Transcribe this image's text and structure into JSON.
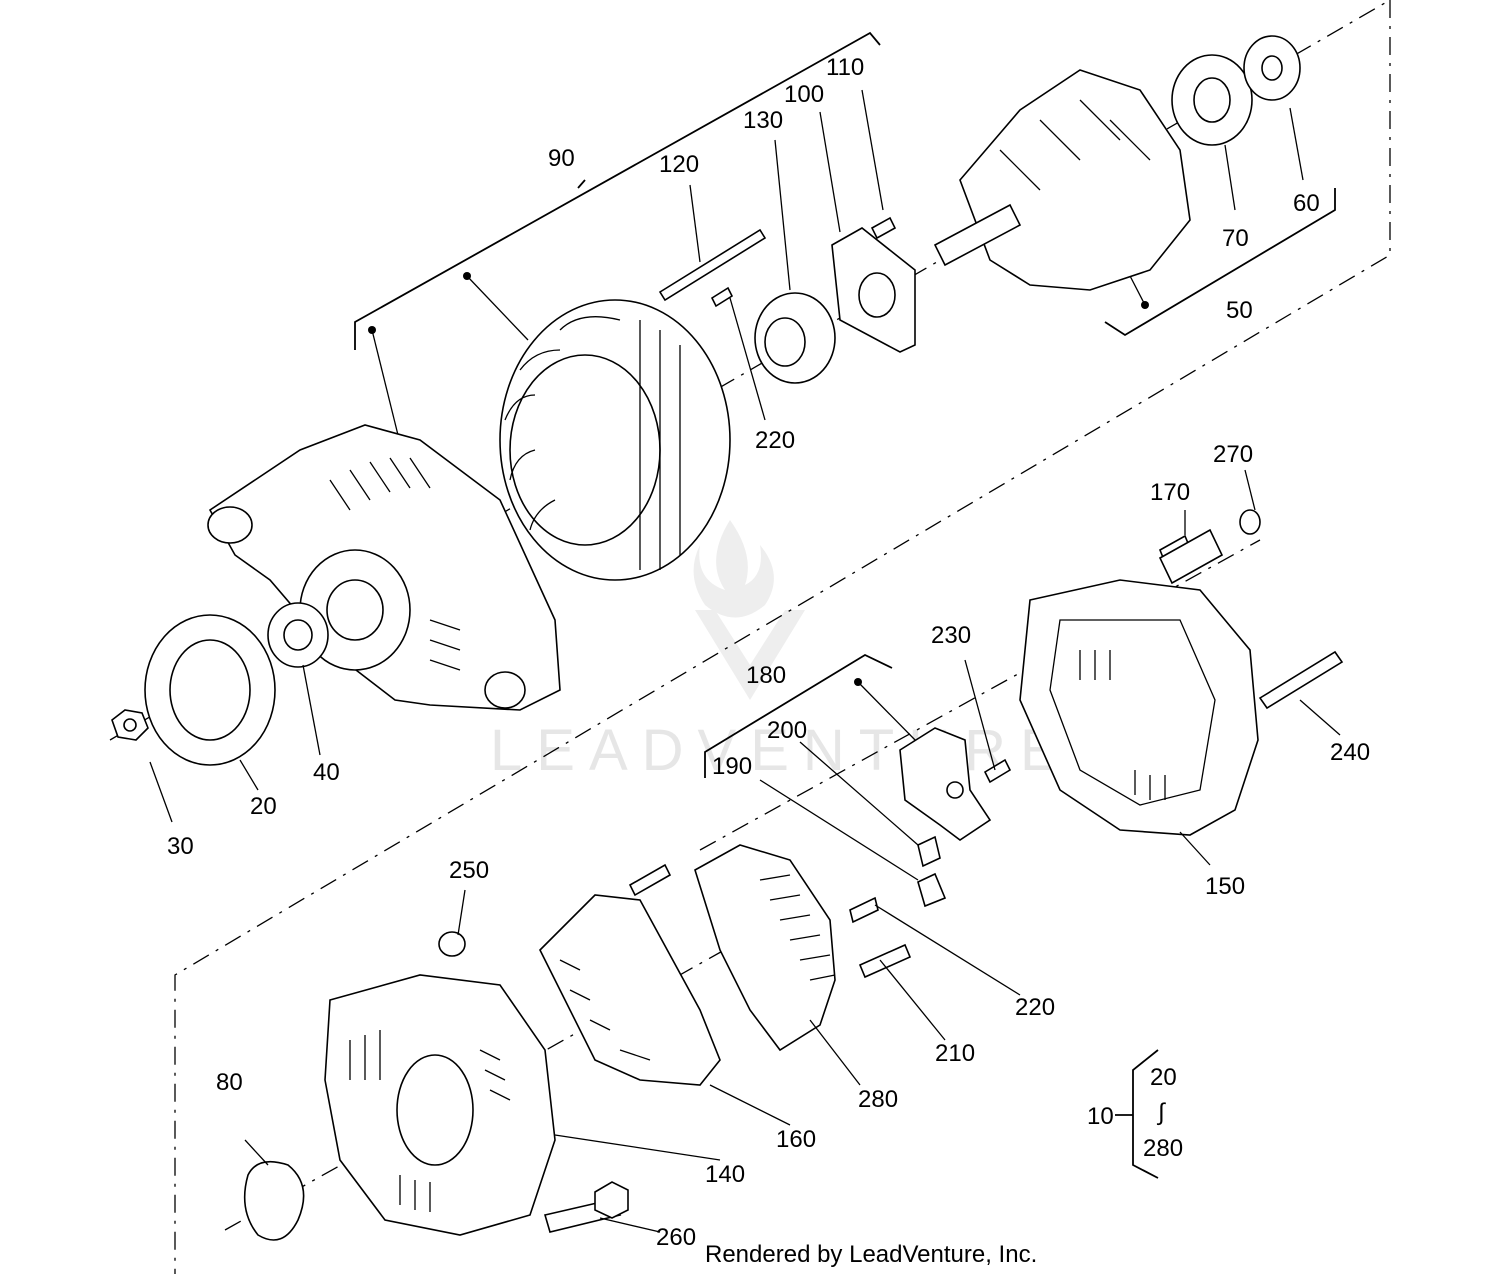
{
  "watermark": {
    "text": "LEADVENTURE",
    "color": "#e6e6e6"
  },
  "footer": {
    "text": "Rendered by LeadVenture, Inc."
  },
  "range_note": {
    "assembly": "10",
    "from": "20",
    "symbol": "∫",
    "to": "280"
  },
  "callouts": [
    {
      "id": "p10",
      "label": "10"
    },
    {
      "id": "p20a",
      "label": "20"
    },
    {
      "id": "p30",
      "label": "30"
    },
    {
      "id": "p40",
      "label": "40"
    },
    {
      "id": "p50",
      "label": "50"
    },
    {
      "id": "p60",
      "label": "60"
    },
    {
      "id": "p70",
      "label": "70"
    },
    {
      "id": "p80",
      "label": "80"
    },
    {
      "id": "p90",
      "label": "90"
    },
    {
      "id": "p100",
      "label": "100"
    },
    {
      "id": "p110",
      "label": "110"
    },
    {
      "id": "p120",
      "label": "120"
    },
    {
      "id": "p130",
      "label": "130"
    },
    {
      "id": "p140",
      "label": "140"
    },
    {
      "id": "p150",
      "label": "150"
    },
    {
      "id": "p160",
      "label": "160"
    },
    {
      "id": "p170",
      "label": "170"
    },
    {
      "id": "p180",
      "label": "180"
    },
    {
      "id": "p190",
      "label": "190"
    },
    {
      "id": "p200",
      "label": "200"
    },
    {
      "id": "p210",
      "label": "210"
    },
    {
      "id": "p220a",
      "label": "220"
    },
    {
      "id": "p220b",
      "label": "220"
    },
    {
      "id": "p230",
      "label": "230"
    },
    {
      "id": "p240",
      "label": "240"
    },
    {
      "id": "p250",
      "label": "250"
    },
    {
      "id": "p260",
      "label": "260"
    },
    {
      "id": "p270",
      "label": "270"
    },
    {
      "id": "p280",
      "label": "280"
    }
  ]
}
